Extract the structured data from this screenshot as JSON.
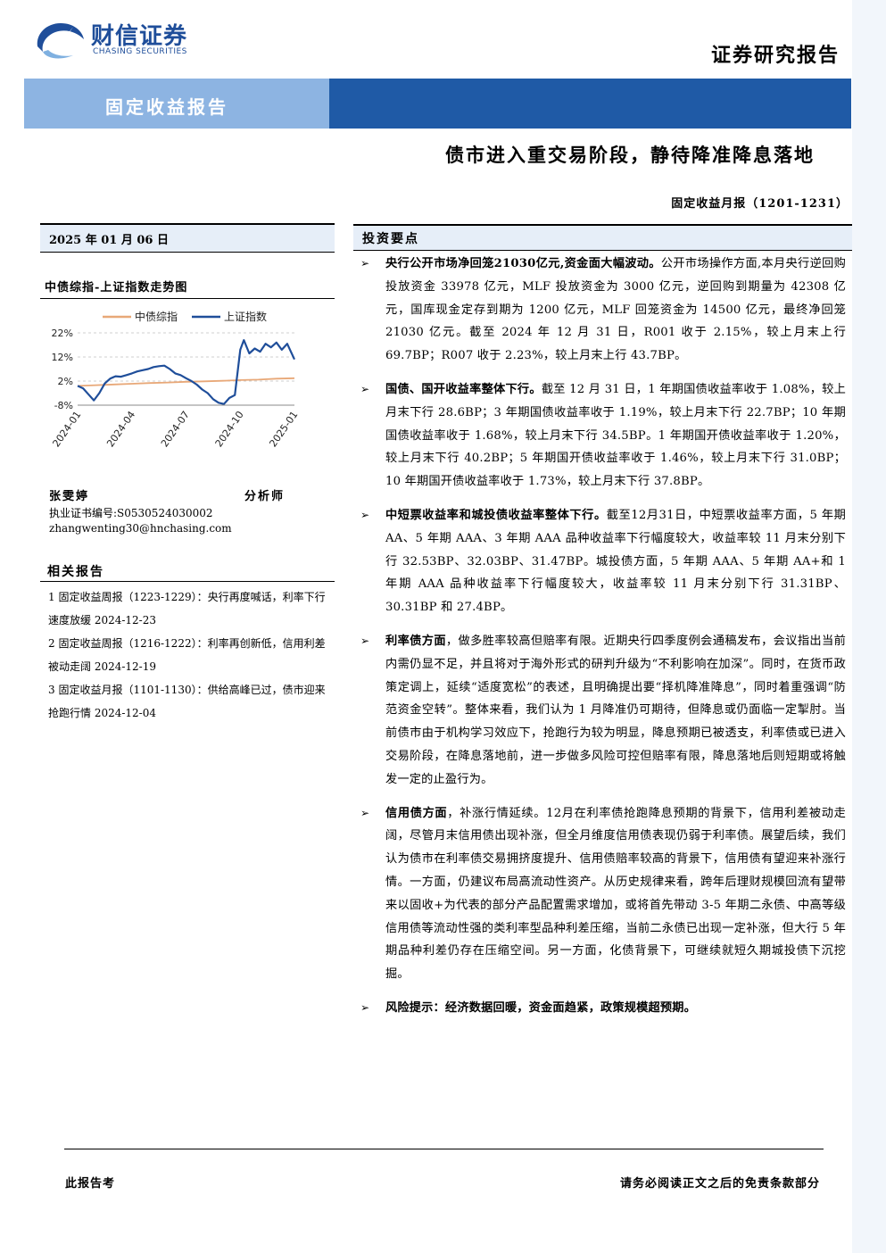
{
  "header": {
    "logo_cn": "财信证券",
    "logo_en": "CHASING SECURITIES",
    "report_type": "证券研究报告",
    "band_label": "固定收益报告",
    "title": "债市进入重交易阶段，静待降准降息落地",
    "subtitle": "固定收益月报（1201-1231）"
  },
  "left": {
    "date": "2025 年 01 月 06 日",
    "chart_title": "中债综指-上证指数走势图",
    "author": {
      "name": "张雯婷",
      "role": "分析师",
      "cert": "执业证书编号:S0530524030002",
      "email": "zhangwenting30@hnchasing.com"
    },
    "related_title": "相关报告",
    "related": [
      "1 固定收益周报（1223-1229）：央行再度喊话，利率下行速度放缓 2024-12-23",
      "2 固定收益周报（1216-1222）：利率再创新低，信用利差被动走阔 2024-12-19",
      "3 固定收益月报（1101-1130）：供给高峰已过，债市迎来抢跑行情 2024-12-04"
    ]
  },
  "chart_data": {
    "type": "line",
    "legend": [
      "中债综指",
      "上证指数"
    ],
    "legend_position": "top",
    "y_ticks": [
      "22%",
      "12%",
      "2%",
      "-8%"
    ],
    "ylim": [
      -8,
      22
    ],
    "x_ticks": [
      "2024-01",
      "2024-04",
      "2024-07",
      "2024-10",
      "2025-01"
    ],
    "xlim": [
      0,
      12
    ],
    "grid": "horizontal-dashed",
    "colors": {
      "中债综指": "#e8a878",
      "上证指数": "#1f4e9a"
    },
    "series": [
      {
        "name": "中债综指",
        "x": [
          0,
          1,
          2,
          3,
          4,
          5,
          6,
          7,
          8,
          9,
          10,
          11,
          12
        ],
        "values": [
          0,
          0.3,
          0.6,
          0.9,
          1.2,
          1.4,
          1.7,
          1.9,
          2.1,
          2.4,
          2.6,
          3.0,
          3.2
        ]
      },
      {
        "name": "上证指数",
        "x": [
          0,
          0.3,
          0.6,
          0.9,
          1.2,
          1.5,
          1.8,
          2.1,
          2.4,
          2.7,
          3.0,
          3.3,
          3.6,
          3.9,
          4.2,
          4.5,
          4.8,
          5.1,
          5.4,
          5.7,
          6.0,
          6.3,
          6.6,
          6.9,
          7.2,
          7.5,
          7.8,
          8.1,
          8.4,
          8.7,
          9.0,
          9.2,
          9.5,
          9.8,
          10.1,
          10.4,
          10.7,
          11.0,
          11.3,
          11.6,
          12.0
        ],
        "values": [
          0,
          -1,
          -3.5,
          -6,
          -3,
          1,
          3,
          4,
          3.8,
          4.5,
          5.2,
          6,
          6.5,
          7,
          7.8,
          8.2,
          8.4,
          7,
          5.2,
          4.5,
          3.2,
          2,
          0.5,
          -1.5,
          -3,
          -5.5,
          -7,
          -7.5,
          -5,
          -3.8,
          15,
          19,
          13.5,
          15.5,
          14.2,
          17.5,
          16,
          18,
          15,
          17.5,
          11
        ]
      }
    ]
  },
  "invest": {
    "title": "投资要点",
    "bullets": [
      {
        "lead": "央行公开市场净回笼21030亿元,资金面大幅波动。",
        "text": "公开市场操作方面,本月央行逆回购投放资金 33978 亿元，MLF 投放资金为 3000 亿元，逆回购到期量为 42308 亿元，国库现金定存到期为 1200 亿元，MLF 回笼资金为 14500 亿元，最终净回笼 21030 亿元。截至 2024 年 12 月 31 日，R001 收于 2.15%，较上月末上行 69.7BP；R007 收于 2.23%，较上月末上行 43.7BP。"
      },
      {
        "lead": "国债、国开收益率整体下行。",
        "text": "截至 12 月 31 日，1 年期国债收益率收于 1.08%，较上月末下行 28.6BP；3 年期国债收益率收于 1.19%，较上月末下行 22.7BP；10 年期国债收益率收于 1.68%，较上月末下行 34.5BP。1 年期国开债收益率收于 1.20%，较上月末下行 40.2BP；5 年期国开债收益率收于 1.46%，较上月末下行 31.0BP；10 年期国开债收益率收于 1.73%，较上月末下行 37.8BP。"
      },
      {
        "lead": "中短票收益率和城投债收益率整体下行。",
        "text": "截至12月31日，中短票收益率方面，5 年期 AA、5 年期 AAA、3 年期 AAA 品种收益率下行幅度较大，收益率较 11 月末分别下行 32.53BP、32.03BP、31.47BP。城投债方面，5 年期 AAA、5 年期 AA+和 1 年期 AAA 品种收益率下行幅度较大，收益率较 11 月末分别下行 31.31BP、30.31BP 和 27.4BP。"
      },
      {
        "lead": "利率债方面",
        "text": "，做多胜率较高但赔率有限。近期央行四季度例会通稿发布，会议指出当前内需仍显不足，并且将对于海外形式的研判升级为“不利影响在加深”。同时，在货币政策定调上，延续“适度宽松”的表述，且明确提出要“择机降准降息”，同时着重强调“防范资金空转”。整体来看，我们认为 1 月降准仍可期待，但降息或仍面临一定掣肘。当前债市由于机构学习效应下，抢跑行为较为明显，降息预期已被透支，利率债或已进入交易阶段，在降息落地前，进一步做多风险可控但赔率有限，降息落地后则短期或将触发一定的止盈行为。"
      },
      {
        "lead": "信用债方面",
        "text": "，补涨行情延续。12月在利率债抢跑降息预期的背景下，信用利差被动走阔，尽管月末信用债出现补涨，但全月维度信用债表现仍弱于利率债。展望后续，我们认为债市在利率债交易拥挤度提升、信用债赔率较高的背景下，信用债有望迎来补涨行情。一方面，仍建议布局高流动性资产。从历史规律来看，跨年后理财规模回流有望带来以固收+为代表的部分产品配置需求增加，或将首先带动 3-5 年期二永债、中高等级信用债等流动性强的类利率型品种利差压缩，当前二永债已出现一定补涨，但大行 5 年期品种利差仍存在压缩空间。另一方面，化债背景下，可继续就短久期城投债下沉挖掘。"
      },
      {
        "lead": "风险提示：经济数据回暖，资金面趋紧，政策规模超预期。",
        "text": ""
      }
    ]
  },
  "footer": {
    "left": "此报告考",
    "right": "请务必阅读正文之后的免责条款部分"
  }
}
